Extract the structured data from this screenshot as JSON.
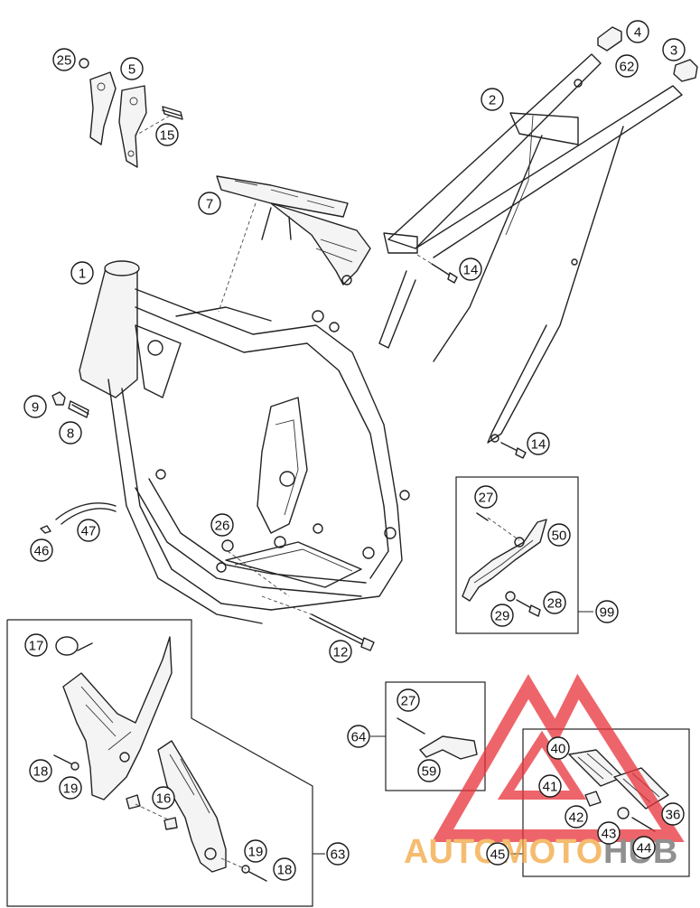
{
  "callouts": [
    {
      "id": "c25",
      "num": "25"
    },
    {
      "id": "c5",
      "num": "5"
    },
    {
      "id": "c15",
      "num": "15"
    },
    {
      "id": "c7",
      "num": "7"
    },
    {
      "id": "c1",
      "num": "1"
    },
    {
      "id": "c9",
      "num": "9"
    },
    {
      "id": "c8",
      "num": "8"
    },
    {
      "id": "c47",
      "num": "47"
    },
    {
      "id": "c46",
      "num": "46"
    },
    {
      "id": "c26",
      "num": "26"
    },
    {
      "id": "c12",
      "num": "12"
    },
    {
      "id": "c4",
      "num": "4"
    },
    {
      "id": "c3",
      "num": "3"
    },
    {
      "id": "c62",
      "num": "62"
    },
    {
      "id": "c2",
      "num": "2"
    },
    {
      "id": "c14a",
      "num": "14"
    },
    {
      "id": "c14b",
      "num": "14"
    },
    {
      "id": "c27a",
      "num": "27"
    },
    {
      "id": "c50",
      "num": "50"
    },
    {
      "id": "c28",
      "num": "28"
    },
    {
      "id": "c29",
      "num": "29"
    },
    {
      "id": "c99",
      "num": "99"
    },
    {
      "id": "c17",
      "num": "17"
    },
    {
      "id": "c18a",
      "num": "18"
    },
    {
      "id": "c19a",
      "num": "19"
    },
    {
      "id": "c16",
      "num": "16"
    },
    {
      "id": "c19b",
      "num": "19"
    },
    {
      "id": "c18b",
      "num": "18"
    },
    {
      "id": "c63",
      "num": "63"
    },
    {
      "id": "c27b",
      "num": "27"
    },
    {
      "id": "c64",
      "num": "64"
    },
    {
      "id": "c59",
      "num": "59"
    },
    {
      "id": "c40",
      "num": "40"
    },
    {
      "id": "c41",
      "num": "41"
    },
    {
      "id": "c42",
      "num": "42"
    },
    {
      "id": "c43",
      "num": "43"
    },
    {
      "id": "c44",
      "num": "44"
    },
    {
      "id": "c36",
      "num": "36"
    },
    {
      "id": "c45",
      "num": "45"
    }
  ],
  "watermark": {
    "text_part1": "AUTOMOTO",
    "text_part2": "HUB",
    "color_red": "#e8323a",
    "color_orange": "#f2a640",
    "color_grey": "#6b6b6b"
  }
}
